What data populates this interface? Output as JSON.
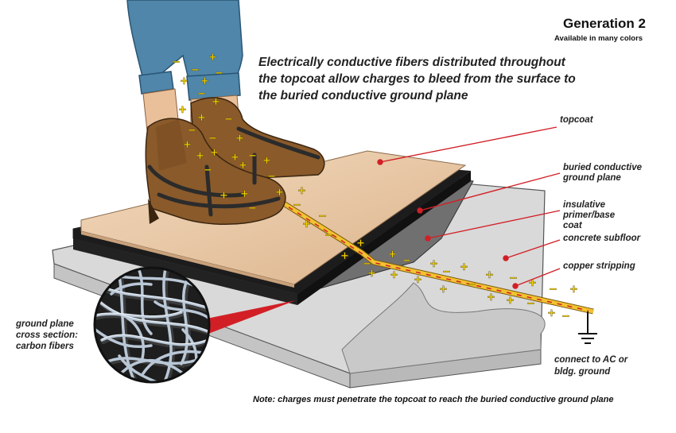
{
  "header": {
    "title": "Generation 2",
    "subtitle": "Available in many colors"
  },
  "headline": "Electrically conductive fibers distributed throughout the topcoat allow charges to bleed from the surface to the buried conductive ground plane",
  "labels": {
    "topcoat": "topcoat",
    "ground_plane": "buried conductive ground plane",
    "primer": "insulative primer/base coat",
    "subfloor": "concrete subfloor",
    "copper": "copper stripping",
    "cross_section": "ground plane cross section: carbon fibers",
    "connect": "connect to AC or bldg. ground"
  },
  "note": "Note: charges must penetrate the topcoat to reach the buried conductive ground plane",
  "symbols": {
    "plus": "+",
    "minus": "−"
  },
  "colors": {
    "topcoat": "#e9c9a6",
    "ground_plane": "#1c1c1c",
    "primer": "#6e6e6e",
    "subfloor": "#d6d6d6",
    "copper": "#f2c230",
    "charge": "#f5d400",
    "pointer": "#d21f26"
  }
}
